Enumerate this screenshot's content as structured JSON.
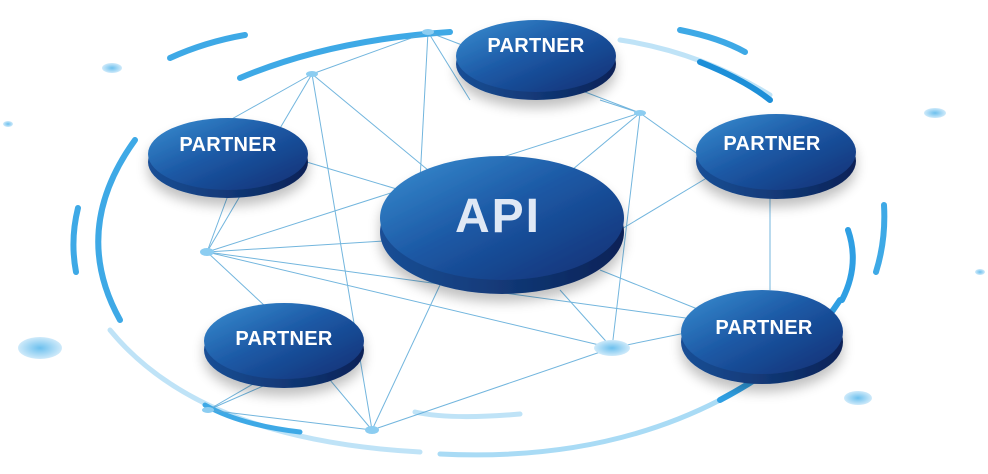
{
  "diagram": {
    "center_label": "API",
    "partner_labels": [
      "PARTNER",
      "PARTNER",
      "PARTNER",
      "PARTNER",
      "PARTNER"
    ]
  },
  "colors": {
    "disk_dark": "#0d2b6e",
    "disk_mid": "#1c4f9c",
    "disk_light": "#2d7fc6",
    "ring": "#35a8e6",
    "ring_light": "#a9dbf5",
    "connector": "#5aa9d8"
  }
}
